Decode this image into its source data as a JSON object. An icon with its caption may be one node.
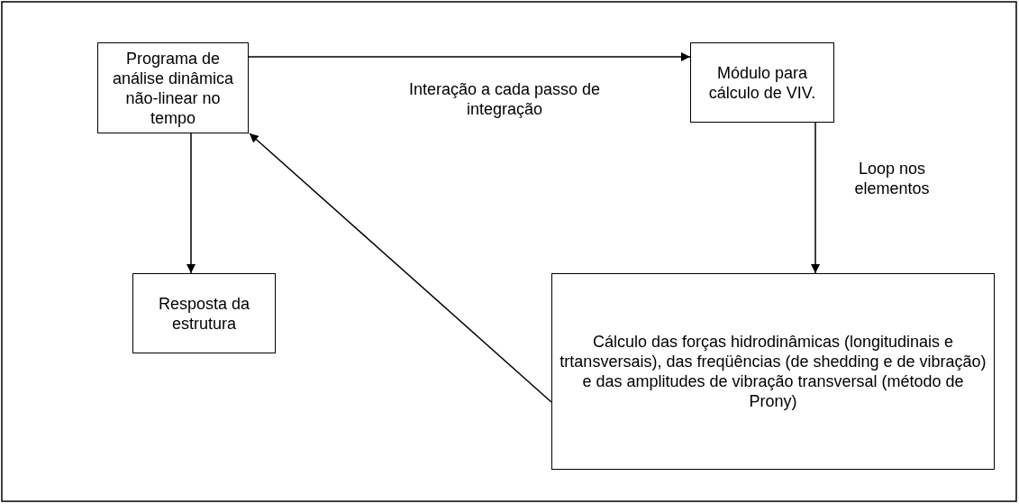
{
  "diagram": {
    "nodes": [
      {
        "text": [
          "Programa de análise dinâmica não-linear no tempo"
        ]
      },
      {
        "text": [
          "Módulo para cálculo de VIV."
        ]
      },
      {
        "text": [
          "Resposta da estrutura"
        ]
      },
      {
        "text": [
          "Cálculo das forças hidrodinâmicas (longitudinais e trtansversais), das freqüências (de shedding e de vibração) e das amplitudes de vibração transversal (método de Prony)"
        ]
      }
    ],
    "edges": [
      {
        "from": 0,
        "to": 1,
        "arrow": "to",
        "label": "Interação a cada passo de integração"
      },
      {
        "from": 0,
        "to": 2,
        "arrow": "to"
      },
      {
        "from": 1,
        "to": 3,
        "arrow": "to",
        "label": "Loop nos elementos"
      },
      {
        "from": 3,
        "to": 0,
        "arrow": "to"
      }
    ]
  }
}
